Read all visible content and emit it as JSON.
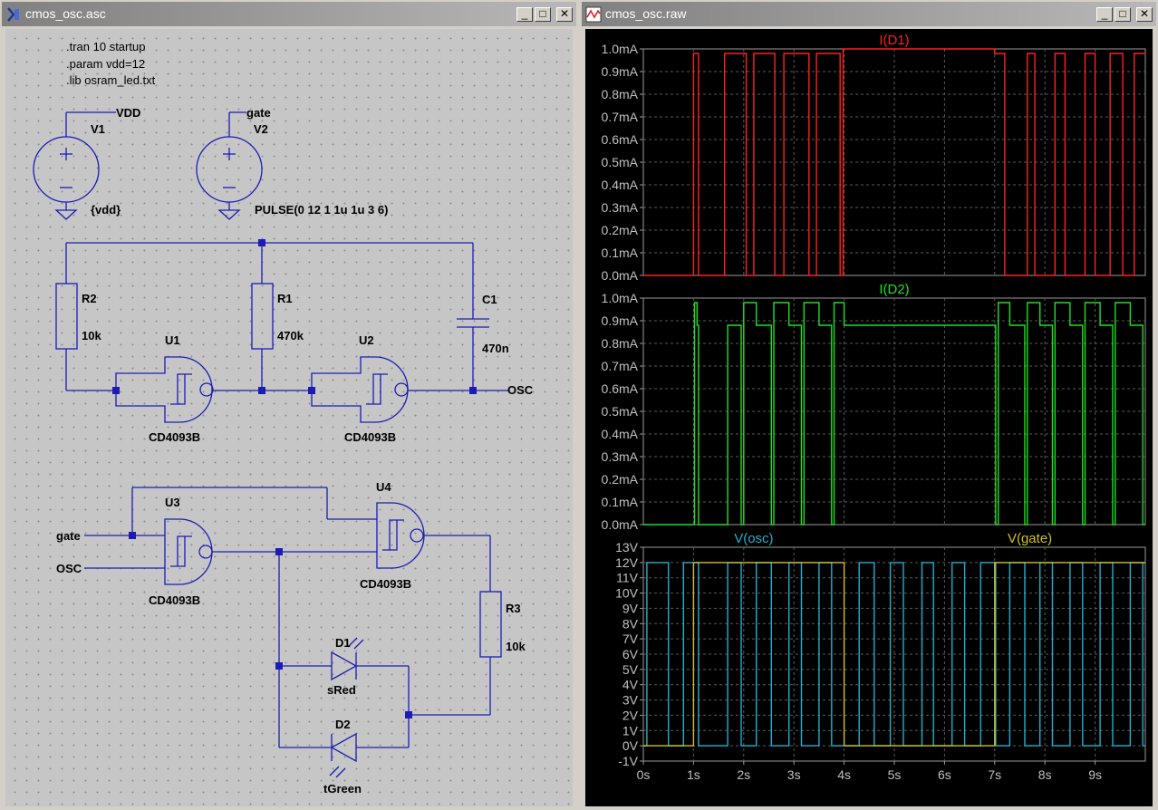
{
  "schematic_window": {
    "title": "cmos_osc.asc",
    "directives": [
      ".tran 10 startup",
      ".param vdd=12",
      ".lib osram_led.txt"
    ],
    "sources": [
      {
        "ref": "V1",
        "net": "VDD",
        "value": "{vdd}"
      },
      {
        "ref": "V2",
        "net": "gate",
        "value": "PULSE(0 12 1 1u 1u 3 6)"
      }
    ],
    "resistors": [
      {
        "ref": "R2",
        "value": "10k"
      },
      {
        "ref": "R1",
        "value": "470k"
      },
      {
        "ref": "R3",
        "value": "10k"
      }
    ],
    "capacitor": {
      "ref": "C1",
      "value": "470n"
    },
    "gates": [
      {
        "ref": "U1",
        "model": "CD4093B"
      },
      {
        "ref": "U2",
        "model": "CD4093B"
      },
      {
        "ref": "U3",
        "model": "CD4093B"
      },
      {
        "ref": "U4",
        "model": "CD4093B"
      }
    ],
    "leds": [
      {
        "ref": "D1",
        "model": "sRed"
      },
      {
        "ref": "D2",
        "model": "tGreen"
      }
    ],
    "net_labels": {
      "osc": "OSC",
      "gate": "gate"
    }
  },
  "waveform_window": {
    "title": "cmos_osc.raw",
    "colors": {
      "d1": "#ff2020",
      "d2": "#20e020",
      "osc": "#20b0d0",
      "gate": "#d0c020"
    }
  },
  "chart_data": [
    {
      "type": "line",
      "series": [
        {
          "name": "I(D1)",
          "x": [
            0,
            1.0,
            1.0,
            1.1,
            1.1,
            1.62,
            1.62,
            2.05,
            2.05,
            2.2,
            2.2,
            2.62,
            2.62,
            2.8,
            2.8,
            3.3,
            3.3,
            3.45,
            3.45,
            3.92,
            3.92,
            3.98,
            3.98,
            7.0,
            7.0,
            7.2,
            7.2,
            7.65,
            7.65,
            7.8,
            7.8,
            8.2,
            8.2,
            8.4,
            8.4,
            8.8,
            8.8,
            9.0,
            9.0,
            9.3,
            9.3,
            9.55,
            9.55,
            9.78,
            9.78,
            10
          ],
          "y": [
            0,
            0,
            0.98,
            0.98,
            0,
            0,
            0.98,
            0.98,
            0,
            0,
            0.98,
            0.98,
            0,
            0,
            0.98,
            0.98,
            0,
            0,
            0.98,
            0.98,
            0,
            0,
            1.0,
            1.0,
            0.98,
            0.98,
            0,
            0,
            0.98,
            0.98,
            0,
            0,
            0.98,
            0.98,
            0,
            0,
            0.98,
            0.98,
            0,
            0,
            0.98,
            0.98,
            0,
            0,
            0.98,
            0.98
          ]
        }
      ],
      "yticks": [
        "1.0mA",
        "0.9mA",
        "0.8mA",
        "0.7mA",
        "0.6mA",
        "0.5mA",
        "0.4mA",
        "0.3mA",
        "0.2mA",
        "0.1mA",
        "0.0mA"
      ],
      "ylim": [
        0,
        1.0
      ],
      "xlim": [
        0,
        10
      ],
      "grid": true
    },
    {
      "type": "line",
      "series": [
        {
          "name": "I(D2)",
          "x": [
            0,
            1.02,
            1.02,
            1.07,
            1.07,
            1.1,
            1.1,
            1.68,
            1.68,
            1.95,
            1.95,
            2.0,
            2.0,
            2.25,
            2.25,
            2.55,
            2.55,
            2.6,
            2.6,
            2.9,
            2.9,
            3.15,
            3.15,
            3.2,
            3.2,
            3.5,
            3.5,
            3.75,
            3.75,
            3.8,
            3.8,
            4.0,
            4.0,
            7.02,
            7.02,
            7.07,
            7.07,
            7.3,
            7.3,
            7.6,
            7.6,
            7.65,
            7.65,
            7.9,
            7.9,
            8.15,
            8.15,
            8.2,
            8.2,
            8.5,
            8.5,
            8.75,
            8.75,
            8.8,
            8.8,
            9.1,
            9.1,
            9.35,
            9.35,
            9.4,
            9.4,
            9.7,
            9.7,
            9.95,
            9.95,
            10
          ],
          "y": [
            0,
            0,
            0.98,
            0.98,
            0.88,
            0.88,
            0,
            0,
            0.88,
            0.88,
            0,
            0,
            0.98,
            0.98,
            0.88,
            0.88,
            0,
            0,
            0.98,
            0.98,
            0.88,
            0.88,
            0,
            0,
            0.98,
            0.98,
            0.88,
            0.88,
            0,
            0,
            0.98,
            0.98,
            0.88,
            0.88,
            0,
            0,
            0.98,
            0.98,
            0.88,
            0.88,
            0,
            0,
            0.98,
            0.98,
            0.88,
            0.88,
            0,
            0,
            0.98,
            0.98,
            0.88,
            0.88,
            0,
            0,
            0.98,
            0.98,
            0.88,
            0.88,
            0,
            0,
            0.98,
            0.98,
            0.88,
            0.88,
            0,
            0
          ]
        }
      ],
      "yticks": [
        "1.0mA",
        "0.9mA",
        "0.8mA",
        "0.7mA",
        "0.6mA",
        "0.5mA",
        "0.4mA",
        "0.3mA",
        "0.2mA",
        "0.1mA",
        "0.0mA"
      ],
      "ylim": [
        0,
        1.0
      ],
      "xlim": [
        0,
        10
      ],
      "grid": true
    },
    {
      "type": "line",
      "series": [
        {
          "name": "V(osc)",
          "x": [
            0,
            0.07,
            0.07,
            0.5,
            0.5,
            0.8,
            0.8,
            1.1,
            1.1,
            1.68,
            1.68,
            1.95,
            1.95,
            2.25,
            2.25,
            2.55,
            2.55,
            2.9,
            2.9,
            3.15,
            3.15,
            3.5,
            3.5,
            3.75,
            3.75,
            4.3,
            4.3,
            4.6,
            4.6,
            4.92,
            4.92,
            5.18,
            5.18,
            5.55,
            5.55,
            5.78,
            5.78,
            6.15,
            6.15,
            6.4,
            6.4,
            6.72,
            6.72,
            7.02,
            7.02,
            7.3,
            7.3,
            7.6,
            7.6,
            7.9,
            7.9,
            8.15,
            8.15,
            8.5,
            8.5,
            8.75,
            8.75,
            9.1,
            9.1,
            9.35,
            9.35,
            9.7,
            9.7,
            9.95,
            9.95,
            10
          ],
          "y": [
            0,
            0,
            12,
            12,
            0,
            0,
            12,
            12,
            0,
            0,
            12,
            12,
            0,
            0,
            12,
            12,
            0,
            0,
            12,
            12,
            0,
            0,
            12,
            12,
            0,
            0,
            12,
            12,
            0,
            0,
            12,
            12,
            0,
            0,
            12,
            12,
            0,
            0,
            12,
            12,
            0,
            0,
            12,
            12,
            0,
            0,
            12,
            12,
            0,
            0,
            12,
            12,
            0,
            0,
            12,
            12,
            0,
            0,
            12,
            12,
            0,
            0,
            12,
            12,
            0,
            0
          ]
        },
        {
          "name": "V(gate)",
          "x": [
            0,
            1.0,
            1.0,
            4.0,
            4.0,
            7.0,
            7.0,
            10
          ],
          "y": [
            0,
            0,
            12,
            12,
            0,
            0,
            12,
            12
          ]
        }
      ],
      "yticks": [
        "13V",
        "12V",
        "11V",
        "10V",
        "9V",
        "8V",
        "7V",
        "6V",
        "5V",
        "4V",
        "3V",
        "2V",
        "1V",
        "0V",
        "-1V"
      ],
      "xticks": [
        "0s",
        "1s",
        "2s",
        "3s",
        "4s",
        "5s",
        "6s",
        "7s",
        "8s",
        "9s"
      ],
      "ylim": [
        -1,
        13
      ],
      "xlim": [
        0,
        10
      ],
      "grid": true
    }
  ]
}
